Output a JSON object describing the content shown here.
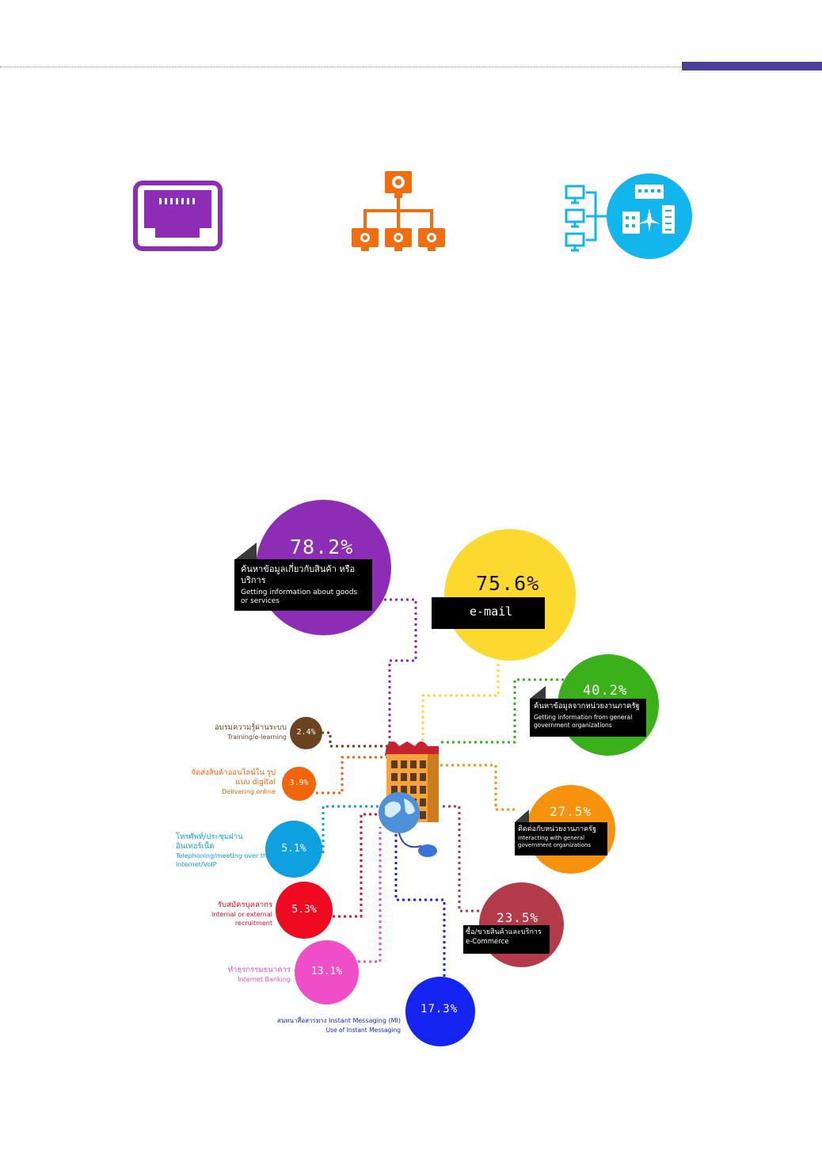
{
  "colors": {
    "accent": "#4b3f96",
    "rule": "#8a8a8a",
    "purple": "#8d2cb4",
    "yellow": "#fcd92e",
    "green": "#3ab11b",
    "orange": "#f7920c",
    "crimson": "#b33a48",
    "blue": "#1524f0",
    "pink": "#ef4ec8",
    "red": "#ef0a22",
    "cyan": "#0fa0e0",
    "lightorange": "#f2650d",
    "brown": "#6b4320"
  },
  "icons": [
    {
      "name": "ethernet-port-icon",
      "color": "#8d2cb4"
    },
    {
      "name": "network-hierarchy-icon",
      "color": "#f26d0f"
    },
    {
      "name": "computers-to-buildings-icon",
      "color": "#12b5ec"
    }
  ],
  "center_icon": "building-with-globe-and-mouse-icon",
  "activities": {
    "info_goods": {
      "pct": "78.2%",
      "th": "ค้นหาข้อมูลเกี่ยวกับสินค้า หรือบริการ",
      "en": "Getting information about goods or services"
    },
    "email": {
      "pct": "75.6%",
      "label": "e-mail"
    },
    "info_gov": {
      "pct": "40.2%",
      "th": "ค้นหาข้อมูลจากหน่วยงานภาครัฐ",
      "en": "Getting information from general government organizations"
    },
    "interact_gov": {
      "pct": "27.5%",
      "th": "ติดต่อกับหน่วยงานภาครัฐ",
      "en": "Interacting with general government organizations"
    },
    "ecommerce": {
      "pct": "23.5%",
      "th": "ซื้อ/ขายสินค้าและบริการ",
      "en": "e-Commerce"
    },
    "im": {
      "pct": "17.3%",
      "th": "สนทนาสื่อสารทาง Instant Messaging (MI)",
      "en": "Use of Instant Messaging"
    },
    "banking": {
      "pct": "13.1%",
      "th": "ทำธุรกรรมธนาคาร",
      "en": "Internet Banking"
    },
    "recruit": {
      "pct": "5.3%",
      "th": "รับสมัครบุคลากร",
      "en": "Internal or external recruitment"
    },
    "voip": {
      "pct": "5.1%",
      "th": "โทรศัพท์/ประชุมผ่าน อินเทอร์เน็ต",
      "en": "Telephoning/meeting over the Internet/VoIP"
    },
    "delivery": {
      "pct": "3.9%",
      "th": "จัดส่งสินค้าออนไลน์ใน รูปแบบ digital",
      "en": "Delivering online"
    },
    "training": {
      "pct": "2.4%",
      "th": "อบรมความรู้ผ่านระบบ",
      "en": "Training/e-learning"
    }
  }
}
